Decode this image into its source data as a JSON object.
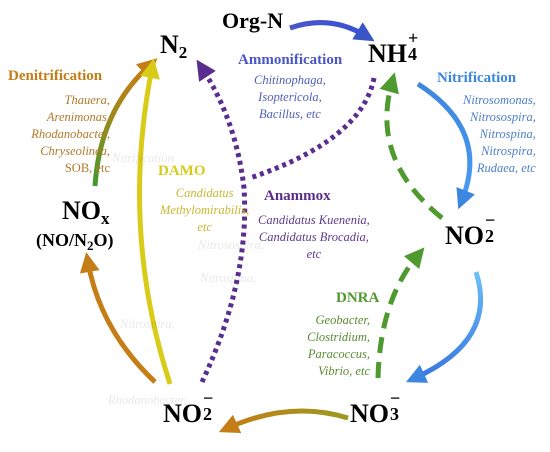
{
  "colors": {
    "ammonification": "#4a56c8",
    "nitrification": "#3d86e0",
    "denitrification": "#c47d17",
    "damo": "#d8cc18",
    "anammox": "#5a2d8e",
    "dnra": "#4e9a2f",
    "organism_ammonification": "#5060b8",
    "organism_nitrification": "#4e7fc7",
    "organism_denitrification": "#b07a2c",
    "organism_damo": "#c8b832",
    "organism_anammox": "#5e3b8a",
    "organism_dnra": "#5a8c34"
  },
  "nodes": {
    "org_n": "Org-N",
    "n2": {
      "base": "N",
      "sub": "2"
    },
    "nh4": {
      "base": "NH",
      "sup": "+",
      "sub": "4"
    },
    "nox": {
      "base": "NO",
      "sub": "x",
      "detail_prefix": "(NO/N",
      "detail_sub": "2",
      "detail_suffix": "O)"
    },
    "no2_right": {
      "base": "NO",
      "sup": "−",
      "sub": "2"
    },
    "no2_bottom": {
      "base": "NO",
      "sup": "−",
      "sub": "2"
    },
    "no3": {
      "base": "NO",
      "sup": "−",
      "sub": "3"
    }
  },
  "processes": {
    "ammonification": {
      "label": "Ammonification",
      "organisms": [
        "Chitinophaga,",
        "Isoptericola,",
        "Bacillus, etc"
      ]
    },
    "nitrification": {
      "label": "Nitrification",
      "organisms": [
        "Nitrosomonas,",
        "Nitrosospira,",
        "Nitrospina,",
        "Nitrospira,",
        "Rudaea, etc"
      ]
    },
    "denitrification": {
      "label": "Denitrification",
      "organisms": [
        "Thauera,",
        "Arenimonas,",
        "Rhodanobacter,",
        "Chryseolinea,"
      ],
      "last_line": "SOB, etc"
    },
    "damo": {
      "label": "DAMO",
      "organisms": [
        "Candidatus",
        "Methylomirabilis,",
        "etc"
      ]
    },
    "anammox": {
      "label": "Anammox",
      "organisms": [
        "Candidatus Kuenenia,",
        "Candidatus Brocadia,",
        "etc"
      ]
    },
    "dnra": {
      "label": "DNRA",
      "organisms": [
        "Geobacter,",
        "Clostridium,",
        "Paracoccus,",
        "Vibrio, etc"
      ]
    }
  }
}
